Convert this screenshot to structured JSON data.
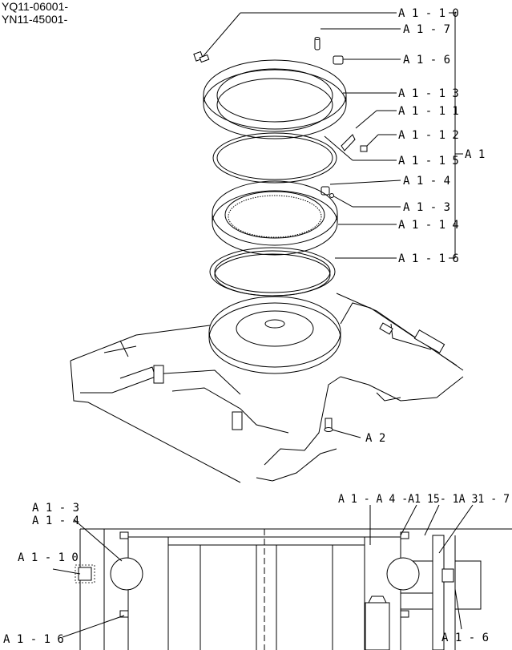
{
  "header": {
    "serial_1": "YQ11-06001-",
    "serial_2": "YN11-45001-"
  },
  "callouts_top": {
    "a1_10": "A 1 - 1 0",
    "a1_7": "A 1 - 7",
    "a1_6": "A 1 - 6",
    "a1_13": "A 1 - 1 3",
    "a1_11": "A 1 - 1 1",
    "a1_12": "A 1 - 1 2",
    "a1_15": "A 1 - 1 5",
    "a1_4": "A 1 - 4",
    "a1_3": "A 1 - 3",
    "a1_14": "A 1 - 1 4",
    "a1_16": "A 1 - 1 6",
    "a1": "A 1",
    "a2": "A 2"
  },
  "callouts_section": {
    "a1_3": "A 1 - 3",
    "a1_4": "A 1 - 4",
    "a1_10": "A 1 - 1 0",
    "a1_16": "A 1 - 1 6",
    "a1_6": "A 1 - 6",
    "top_right_cluster": "A 1 - A 4 -A1 15- 1A 31 - 7"
  }
}
